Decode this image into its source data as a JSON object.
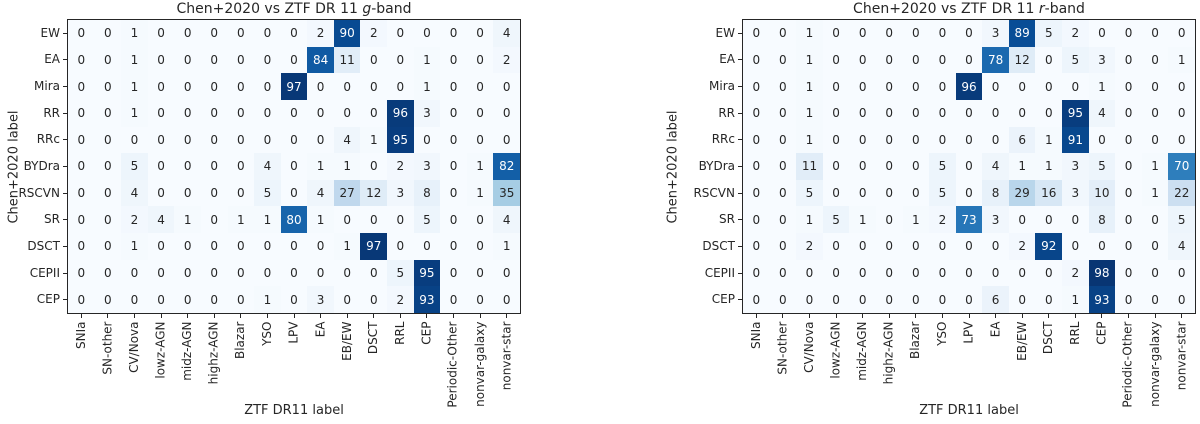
{
  "figure": {
    "background": "#ffffff",
    "axis_color": "#262626",
    "colormap_name": "Blues",
    "colormap_stops": [
      "#f7fbff",
      "#deebf7",
      "#c6dbef",
      "#9ecae1",
      "#6baed6",
      "#4292c6",
      "#2171b5",
      "#08519c",
      "#08306b"
    ],
    "vmin": 0,
    "vmax": 100,
    "text_color_threshold": 50,
    "cell_text_low": "#262626",
    "cell_text_high": "#ffffff"
  },
  "chart_data": [
    {
      "type": "heatmap",
      "title": "Chen+2020 vs ZTF DR 11 g-band",
      "title_prefix": "Chen+2020 vs ZTF DR 11 ",
      "band_letter": "g",
      "title_suffix": "-band",
      "xlabel": "ZTF DR11 label",
      "ylabel": "Chen+2020 label",
      "x_categories": [
        "SNIa",
        "SN-other",
        "CV/Nova",
        "lowz-AGN",
        "midz-AGN",
        "highz-AGN",
        "Blazar",
        "YSO",
        "LPV",
        "EA",
        "EB/EW",
        "DSCT",
        "RRL",
        "CEP",
        "Periodic-Other",
        "nonvar-galaxy",
        "nonvar-star"
      ],
      "y_categories": [
        "EW",
        "EA",
        "Mira",
        "RR",
        "RRc",
        "BYDra",
        "RSCVN",
        "SR",
        "DSCT",
        "CEPII",
        "CEP"
      ],
      "values": [
        [
          0,
          0,
          1,
          0,
          0,
          0,
          0,
          0,
          0,
          2,
          90,
          2,
          0,
          0,
          0,
          0,
          4
        ],
        [
          0,
          0,
          1,
          0,
          0,
          0,
          0,
          0,
          0,
          84,
          11,
          0,
          0,
          1,
          0,
          0,
          2
        ],
        [
          0,
          0,
          1,
          0,
          0,
          0,
          0,
          0,
          97,
          0,
          0,
          0,
          0,
          1,
          0,
          0,
          0
        ],
        [
          0,
          0,
          1,
          0,
          0,
          0,
          0,
          0,
          0,
          0,
          0,
          0,
          96,
          3,
          0,
          0,
          0
        ],
        [
          0,
          0,
          0,
          0,
          0,
          0,
          0,
          0,
          0,
          0,
          4,
          1,
          95,
          0,
          0,
          0,
          0
        ],
        [
          0,
          0,
          5,
          0,
          0,
          0,
          0,
          4,
          0,
          1,
          1,
          0,
          2,
          3,
          0,
          1,
          82
        ],
        [
          0,
          0,
          4,
          0,
          0,
          0,
          0,
          5,
          0,
          4,
          27,
          12,
          3,
          8,
          0,
          1,
          35
        ],
        [
          0,
          0,
          2,
          4,
          1,
          0,
          1,
          1,
          80,
          1,
          0,
          0,
          0,
          5,
          0,
          0,
          4
        ],
        [
          0,
          0,
          1,
          0,
          0,
          0,
          0,
          0,
          0,
          0,
          1,
          97,
          0,
          0,
          0,
          0,
          1
        ],
        [
          0,
          0,
          0,
          0,
          0,
          0,
          0,
          0,
          0,
          0,
          0,
          0,
          5,
          95,
          0,
          0,
          0
        ],
        [
          0,
          0,
          0,
          0,
          0,
          0,
          0,
          1,
          0,
          3,
          0,
          0,
          2,
          93,
          0,
          0,
          0
        ]
      ]
    },
    {
      "type": "heatmap",
      "title": "Chen+2020 vs ZTF DR 11 r-band",
      "title_prefix": "Chen+2020 vs ZTF DR 11 ",
      "band_letter": "r",
      "title_suffix": "-band",
      "xlabel": "ZTF DR11 label",
      "ylabel": "Chen+2020 label",
      "x_categories": [
        "SNIa",
        "SN-other",
        "CV/Nova",
        "lowz-AGN",
        "midz-AGN",
        "highz-AGN",
        "Blazar",
        "YSO",
        "LPV",
        "EA",
        "EB/EW",
        "DSCT",
        "RRL",
        "CEP",
        "Periodic-Other",
        "nonvar-galaxy",
        "nonvar-star"
      ],
      "y_categories": [
        "EW",
        "EA",
        "Mira",
        "RR",
        "RRc",
        "BYDra",
        "RSCVN",
        "SR",
        "DSCT",
        "CEPII",
        "CEP"
      ],
      "values": [
        [
          0,
          0,
          1,
          0,
          0,
          0,
          0,
          0,
          0,
          3,
          89,
          5,
          2,
          0,
          0,
          0,
          0
        ],
        [
          0,
          0,
          1,
          0,
          0,
          0,
          0,
          0,
          0,
          78,
          12,
          0,
          5,
          3,
          0,
          0,
          1
        ],
        [
          0,
          0,
          1,
          0,
          0,
          0,
          0,
          0,
          96,
          0,
          0,
          0,
          0,
          1,
          0,
          0,
          0
        ],
        [
          0,
          0,
          1,
          0,
          0,
          0,
          0,
          0,
          0,
          0,
          0,
          0,
          95,
          4,
          0,
          0,
          0
        ],
        [
          0,
          0,
          1,
          0,
          0,
          0,
          0,
          0,
          0,
          0,
          6,
          1,
          91,
          0,
          0,
          0,
          0
        ],
        [
          0,
          0,
          11,
          0,
          0,
          0,
          0,
          5,
          0,
          4,
          1,
          1,
          3,
          5,
          0,
          1,
          70
        ],
        [
          0,
          0,
          5,
          0,
          0,
          0,
          0,
          5,
          0,
          8,
          29,
          16,
          3,
          10,
          0,
          1,
          22
        ],
        [
          0,
          0,
          1,
          5,
          1,
          0,
          1,
          2,
          73,
          3,
          0,
          0,
          0,
          8,
          0,
          0,
          5
        ],
        [
          0,
          0,
          2,
          0,
          0,
          0,
          0,
          0,
          0,
          0,
          2,
          92,
          0,
          0,
          0,
          0,
          4
        ],
        [
          0,
          0,
          0,
          0,
          0,
          0,
          0,
          0,
          0,
          0,
          0,
          0,
          2,
          98,
          0,
          0,
          0
        ],
        [
          0,
          0,
          0,
          0,
          0,
          0,
          0,
          0,
          0,
          6,
          0,
          0,
          1,
          93,
          0,
          0,
          0
        ]
      ]
    }
  ]
}
